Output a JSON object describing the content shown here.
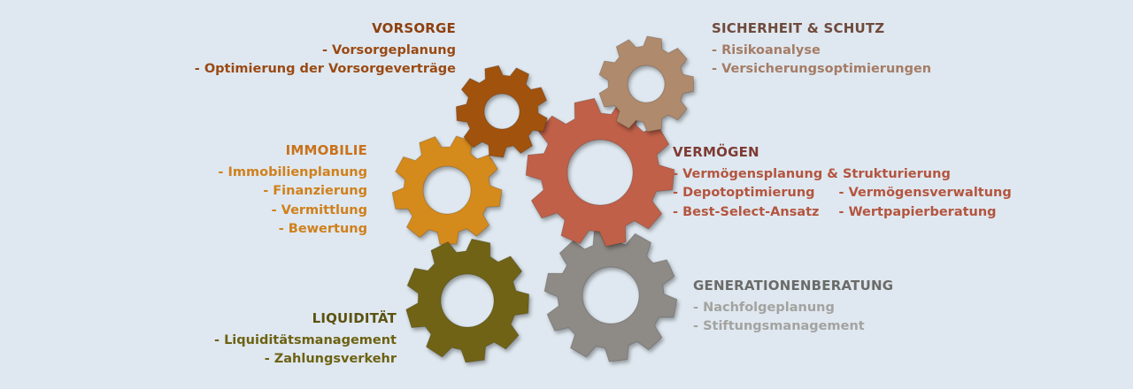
{
  "colors": {
    "background": "#dfe8f0",
    "vorsorge": "#a1520f",
    "sicherheit": "#b08a6c",
    "immobilie": "#d58a1e",
    "vermoegen": "#c0614a",
    "liquiditaet": "#706415",
    "generation": "#8e8a85"
  },
  "icons": [
    "gear-icon"
  ],
  "sections": {
    "vorsorge": {
      "title": "VORSORGE",
      "items": [
        "- Vorsorgeplanung",
        "- Optimierung der Vorsorgeverträge"
      ]
    },
    "sicherheit": {
      "title": "SICHERHEIT & SCHUTZ",
      "items": [
        "- Risikoanalyse",
        "- Versicherungsoptimierungen"
      ]
    },
    "immobilie": {
      "title": "IMMOBILIE",
      "items": [
        "- Immobilienplanung",
        "- Finanzierung",
        "- Vermittlung",
        "- Bewertung"
      ]
    },
    "vermoegen": {
      "title": "VERMÖGEN",
      "items": [
        "- Vermögensplanung & Strukturierung",
        "- Depotoptimierung",
        "- Vermögensverwaltung",
        "- Best-Select-Ansatz",
        "- Wertpapierberatung"
      ]
    },
    "liquiditaet": {
      "title": "LIQUIDITÄT",
      "items": [
        "- Liquiditätsmanagement",
        "- Zahlungsverkehr"
      ]
    },
    "generation": {
      "title": "GENERATIONENBERATUNG",
      "items": [
        "- Nachfolgeplanung",
        "- Stiftungsmanagement"
      ]
    }
  }
}
